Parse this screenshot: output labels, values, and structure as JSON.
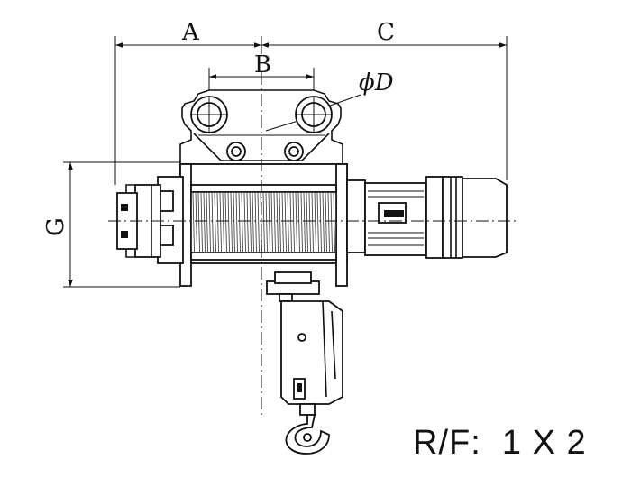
{
  "dimensions": {
    "a": "A",
    "b": "B",
    "c": "C",
    "d": "ϕD",
    "g": "G"
  },
  "ratio": "R/F:  1 X 2"
}
